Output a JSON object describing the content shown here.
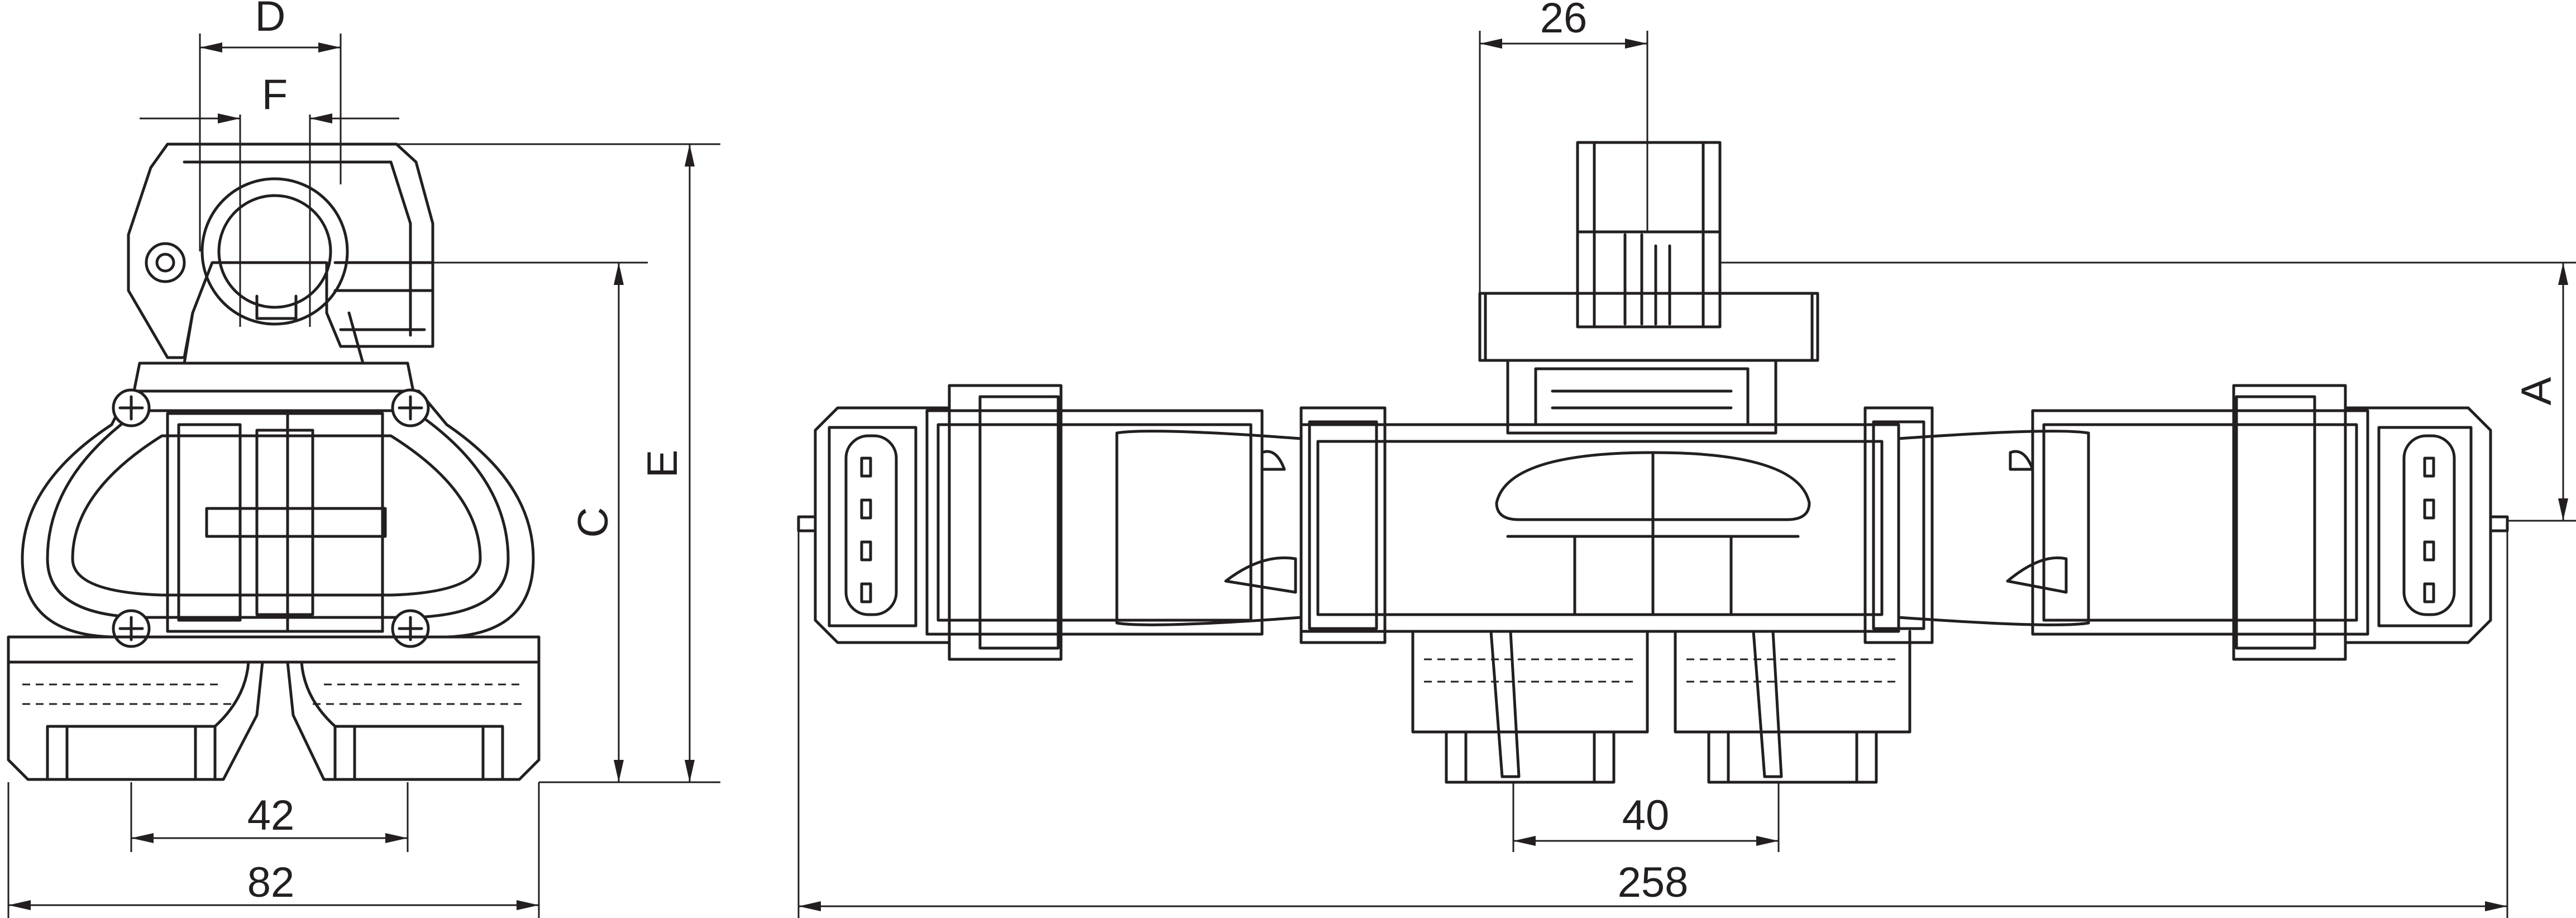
{
  "dimensions": {
    "D": "D",
    "F": "F",
    "C": "C",
    "E": "E",
    "d42": "42",
    "d82": "82",
    "d26": "26",
    "A": "A",
    "d40": "40",
    "d258": "258"
  },
  "colors": {
    "line": "#231f20",
    "background": "#ffffff"
  }
}
